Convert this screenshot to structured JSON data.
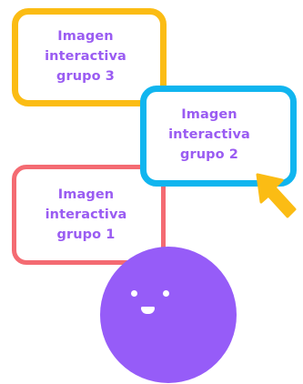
{
  "cards": [
    {
      "label": "Imagen\ninteractiva\ngrupo 3"
    },
    {
      "label": "Imagen\ninteractiva\ngrupo 2"
    },
    {
      "label": "Imagen\ninteractiva\ngrupo 1"
    }
  ],
  "colors": {
    "group3_border": "#fbbc14",
    "group2_border": "#10b5ef",
    "group1_border": "#f46b72",
    "label_text": "#9a5cf2",
    "avatar": "#965cf8",
    "cursor": "#fbbc14"
  },
  "icons": {
    "pointer": "cursor-arrow-icon",
    "mascot": "smiley-face-icon"
  }
}
